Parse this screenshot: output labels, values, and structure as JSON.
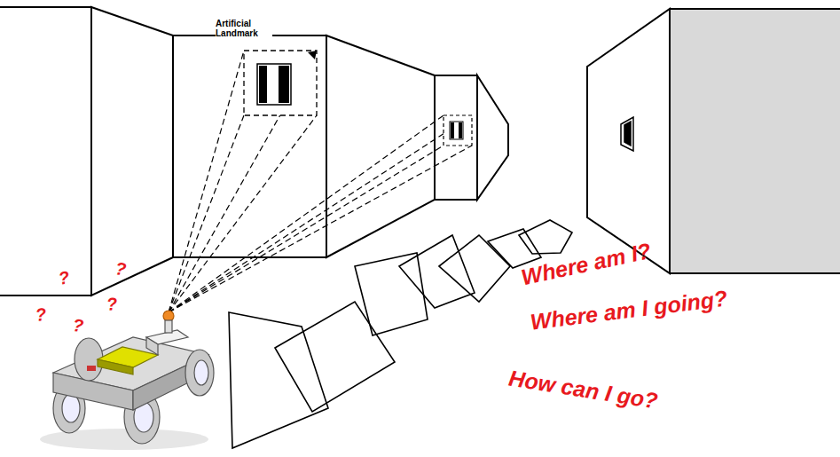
{
  "diagram": {
    "labels": [
      "Artificial Landmark",
      "?",
      "?",
      "?",
      "?",
      "?",
      "Where am I?",
      "Where am I going?",
      "How can I go?"
    ]
  }
}
